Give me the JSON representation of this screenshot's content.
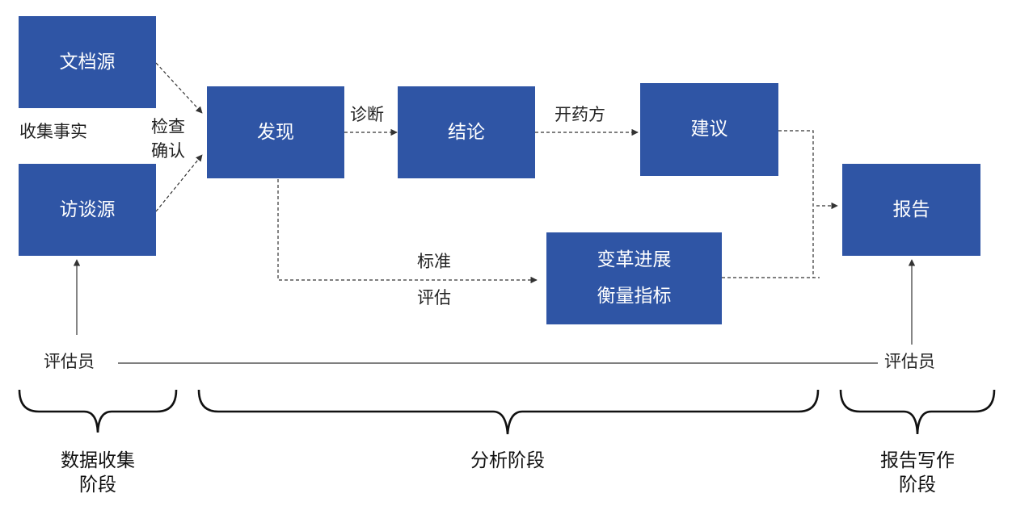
{
  "boxes": {
    "doc_source": "文档源",
    "interview_source": "访谈源",
    "findings": "发现",
    "conclusion": "结论",
    "recommendation": "建议",
    "report": "报告",
    "change_metrics": [
      "变革进展",
      "衡量指标"
    ]
  },
  "labels": {
    "collect_facts": "收集事实",
    "check_confirm": [
      "检查",
      "确认"
    ],
    "diagnose": "诊断",
    "prescribe": "开药方",
    "standard_eval": [
      "标准",
      "评估"
    ],
    "assessor_left": "评估员",
    "assessor_right": "评估员"
  },
  "stages": {
    "data_collection": [
      "数据收集",
      "阶段"
    ],
    "analysis": "分析阶段",
    "report_writing": [
      "报告写作",
      "阶段"
    ]
  },
  "colors": {
    "box_fill": "#2f55a5",
    "box_text": "#ffffff",
    "line": "#333333"
  }
}
